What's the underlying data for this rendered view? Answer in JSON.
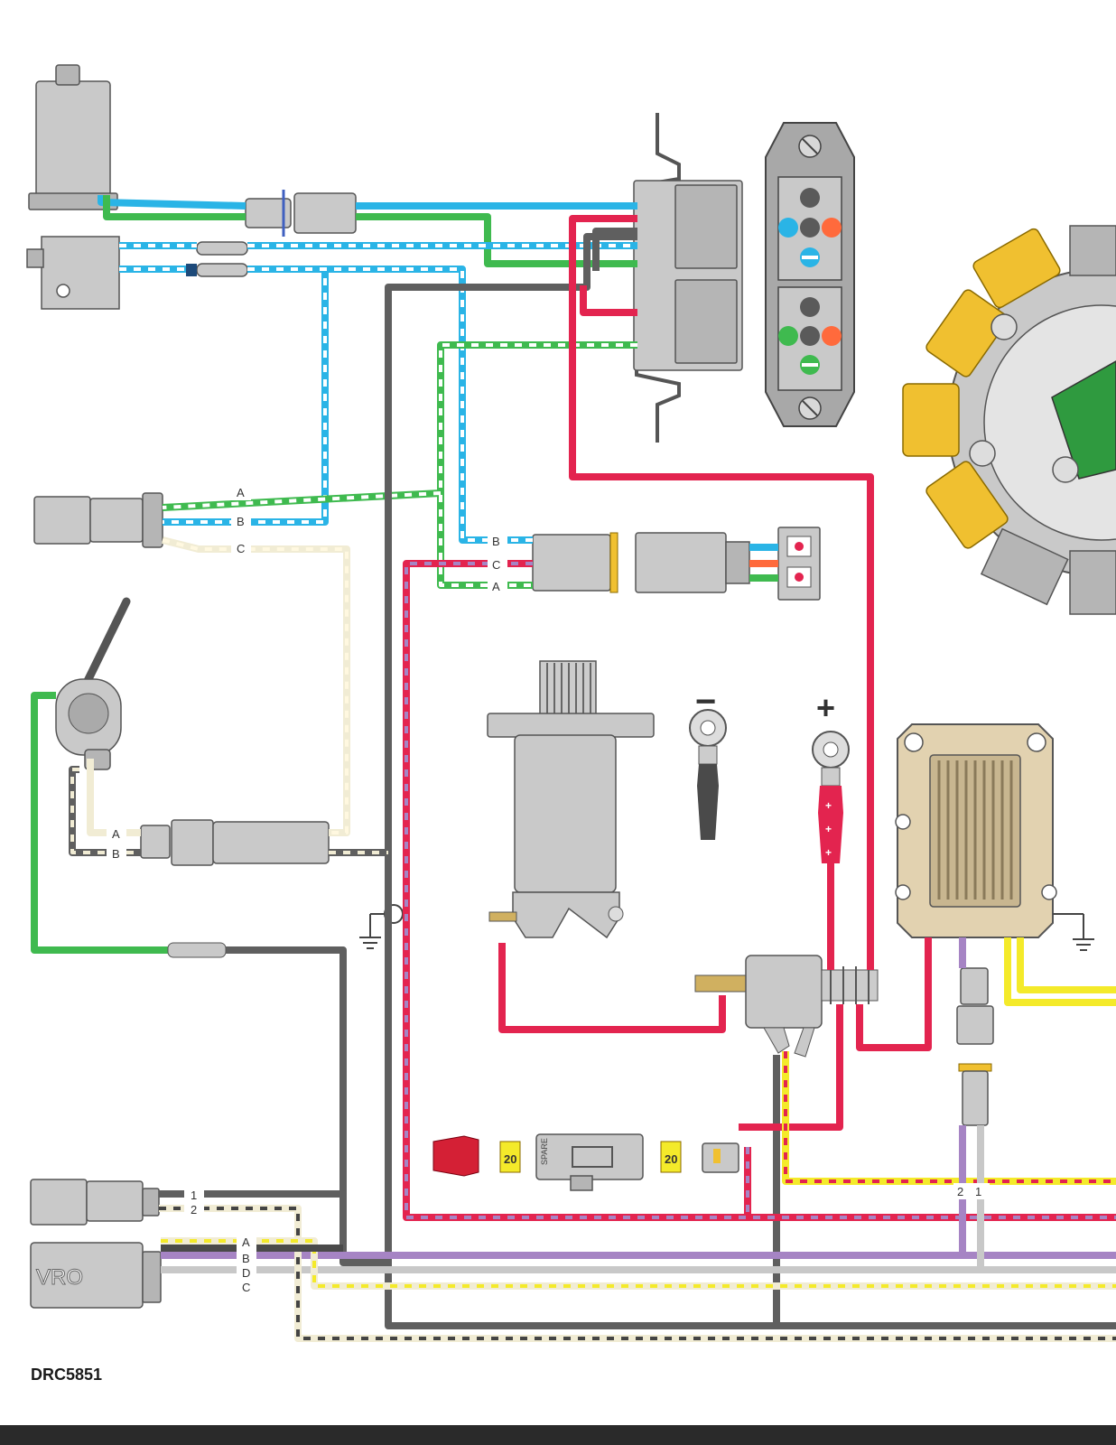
{
  "diagram_code": "DRC5851",
  "colors": {
    "blue": "#2ab4e6",
    "green": "#3fba4f",
    "gray": "#5f5f5f",
    "red": "#e3244f",
    "purple": "#a684c4",
    "yellow": "#f4ea2a",
    "tan": "#f1ecd4",
    "light_gray": "#c8c8c8",
    "orange": "#ff6a3c",
    "component": "#c9c9c9",
    "stator": "#f0c030",
    "regulator": "#e2d2b0"
  },
  "labels": {
    "conn_left_a": "A",
    "conn_left_b": "B",
    "conn_left_c": "C",
    "conn_mid_b": "B",
    "conn_mid_c": "C",
    "conn_mid_a": "A",
    "throttle_a": "A",
    "throttle_b": "B",
    "bottom_1": "1",
    "bottom_2": "2",
    "vro": "VRO",
    "vro_a": "A",
    "vro_b": "B",
    "vro_d": "D",
    "vro_c": "C",
    "reg_2": "2",
    "reg_1": "1",
    "fuse_left": "20",
    "fuse_right": "20",
    "spare": "SPARE",
    "minus": "−",
    "plus": "+",
    "terminal_plus_1": "+",
    "terminal_plus_2": "+",
    "terminal_plus_3": "+"
  }
}
